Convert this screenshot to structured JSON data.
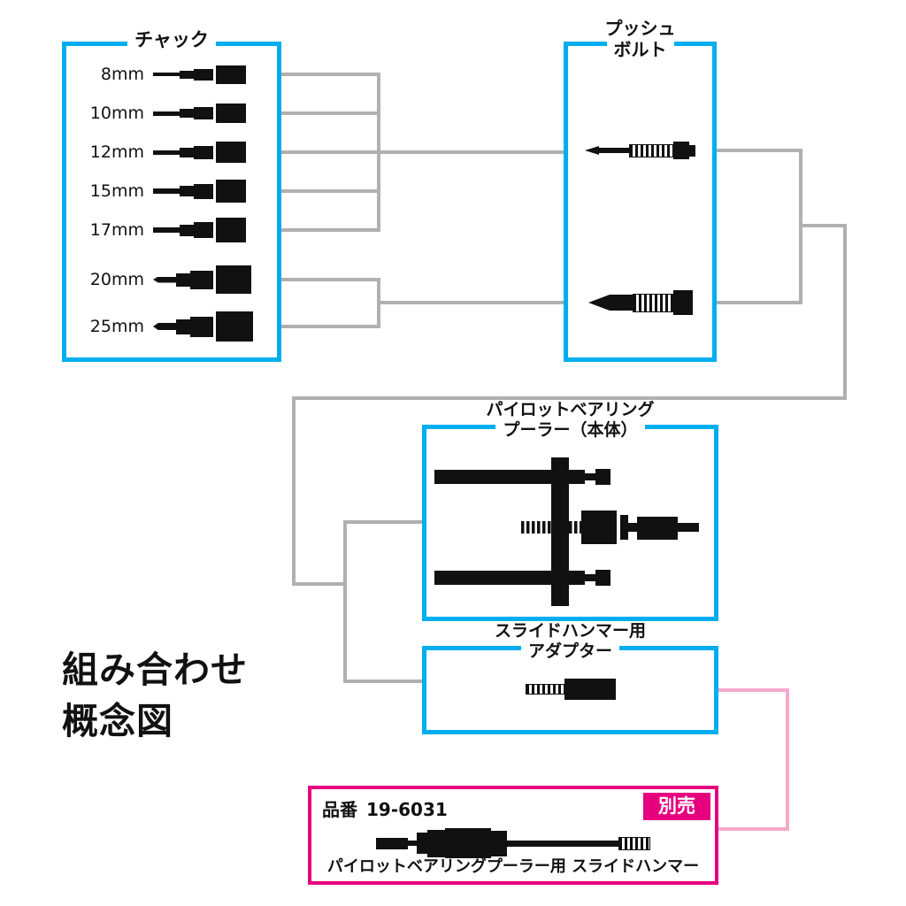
{
  "caption": {
    "line1": "組み合わせ",
    "line2": "概念図"
  },
  "chuck_box": {
    "title": "チャック",
    "items": [
      {
        "label": "8mm"
      },
      {
        "label": "10mm"
      },
      {
        "label": "12mm"
      },
      {
        "label": "15mm"
      },
      {
        "label": "17mm"
      },
      {
        "label": "20mm"
      },
      {
        "label": "25mm"
      }
    ]
  },
  "push_bolt_box": {
    "title_line1": "プッシュ",
    "title_line2": "ボルト"
  },
  "puller_box": {
    "title_line1": "パイロットベアリング",
    "title_line2": "プーラー（本体）"
  },
  "adapter_box": {
    "title_line1": "スライドハンマー用",
    "title_line2": "アダプター"
  },
  "separate_item_box": {
    "part_label": "品番",
    "part_number": "19-6031",
    "badge": "別売",
    "product_name": "パイロットベアリングプーラー用 スライドハンマー"
  },
  "colors": {
    "box_border_cyan": "#00aeef",
    "magenta": "#e6007e",
    "pink_connector": "#f6a9cb",
    "gray_connector": "#b0b0b0",
    "illustration_black": "#111111"
  }
}
